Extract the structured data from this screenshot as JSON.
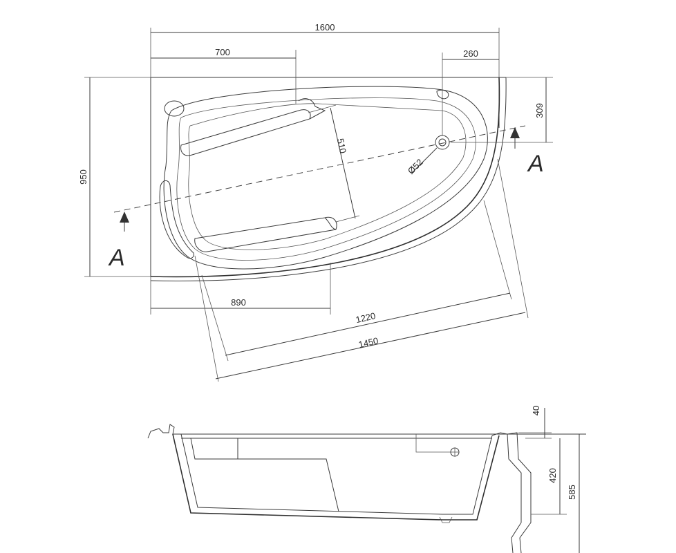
{
  "plan_view": {
    "dimensions": {
      "overall_length": "1600",
      "headrest_offset": "700",
      "drain_offset": "260",
      "drain_to_edge": "309",
      "overall_width": "950",
      "seat_width": "510",
      "drain_diameter": "Ø52",
      "front_offset": "890",
      "inner_length": "1220",
      "diagonal_length": "1450"
    },
    "section_marks": [
      "A",
      "A"
    ]
  },
  "section_view": {
    "dimensions": {
      "rim_thickness": "40",
      "inner_depth": "420",
      "total_height": "585"
    }
  },
  "colors": {
    "line": "#3a3a3a",
    "text": "#2a2a2a",
    "background": "#ffffff"
  }
}
